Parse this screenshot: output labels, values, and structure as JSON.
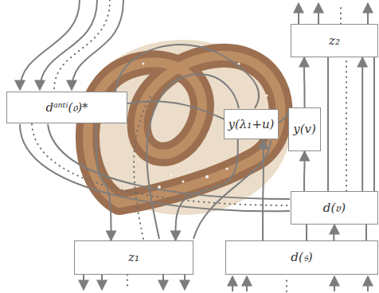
{
  "diagram": {
    "nodes": [
      {
        "text": [
          "z₂"
        ]
      },
      {
        "text": [
          "dᵃⁿᵗⁱ(𝔬)*"
        ]
      },
      {
        "text": [
          "y(λ₁+u)"
        ]
      },
      {
        "text": [
          "y(v)"
        ]
      },
      {
        "text": [
          "d(𝔳)"
        ]
      },
      {
        "text": [
          "z₁"
        ]
      },
      {
        "text": [
          "d(𝔰)"
        ]
      }
    ],
    "edges": [
      {
        "from": 6,
        "to": 4,
        "arrow": "to"
      },
      {
        "from": 4,
        "to": 3,
        "arrow": "to"
      },
      {
        "from": 3,
        "to": 0,
        "arrow": "to"
      },
      {
        "from": 4,
        "to": 0,
        "arrow": "to"
      },
      {
        "from": 1,
        "to": 5,
        "arrow": "to"
      },
      {
        "from": 2,
        "to": 5,
        "arrow": "to"
      },
      {
        "from": 6,
        "to": 2,
        "arrow": "to"
      }
    ]
  }
}
